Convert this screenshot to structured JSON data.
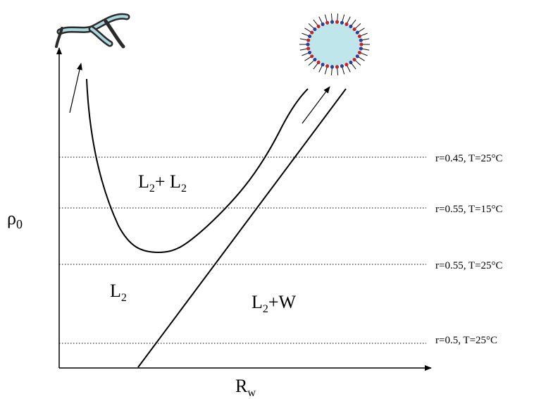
{
  "axes": {
    "y_label_base": "ρ",
    "y_label_sub": "0",
    "x_label_base": "R",
    "x_label_sub": "w"
  },
  "regions": {
    "upper": {
      "base": "L",
      "sub": "2",
      "mid": "+ L",
      "sub2": "2",
      "tail": ""
    },
    "left": {
      "base": "L",
      "sub": "2"
    },
    "right": {
      "base": "L",
      "sub": "2",
      "tail": "+W"
    }
  },
  "levels": [
    {
      "text": "r=0.45, T=25°C"
    },
    {
      "text": "r=0.55, T=15°C"
    },
    {
      "text": "r=0.55, T=25°C"
    },
    {
      "text": "r=0.5, T=25°C"
    }
  ],
  "icons": {
    "left": "lipid-bilayer-icon",
    "right": "reverse-micelle-icon"
  }
}
